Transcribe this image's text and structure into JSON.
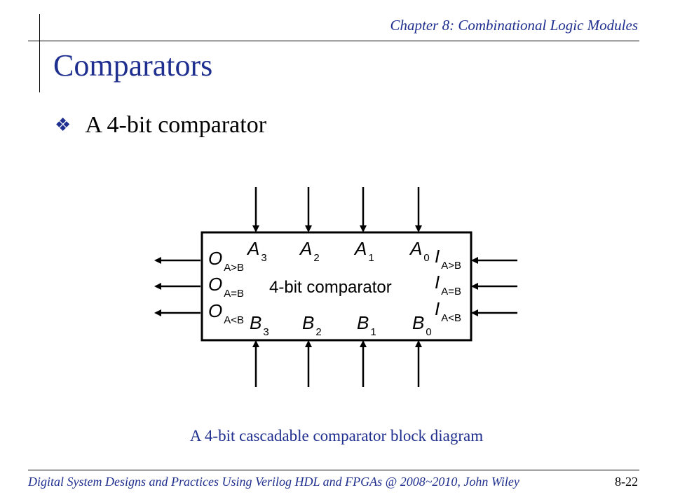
{
  "header": {
    "chapter": "Chapter 8: Combinational Logic Modules"
  },
  "slide": {
    "title": "Comparators",
    "bullet": "A 4-bit comparator",
    "bullet_icon": "diamond-bullet-icon"
  },
  "diagram": {
    "center_label": "4-bit comparator",
    "inputs_a": [
      {
        "base": "A",
        "sub": "3"
      },
      {
        "base": "A",
        "sub": "2"
      },
      {
        "base": "A",
        "sub": "1"
      },
      {
        "base": "A",
        "sub": "0"
      }
    ],
    "inputs_b": [
      {
        "base": "B",
        "sub": "3"
      },
      {
        "base": "B",
        "sub": "2"
      },
      {
        "base": "B",
        "sub": "1"
      },
      {
        "base": "B",
        "sub": "0"
      }
    ],
    "outputs": [
      {
        "base": "O",
        "sub": "A>B"
      },
      {
        "base": "O",
        "sub": "A=B"
      },
      {
        "base": "O",
        "sub": "A<B"
      }
    ],
    "cascade_inputs": [
      {
        "base": "I",
        "sub": "A>B"
      },
      {
        "base": "I",
        "sub": "A=B"
      },
      {
        "base": "I",
        "sub": "A<B"
      }
    ],
    "caption": "A 4-bit cascadable comparator block diagram"
  },
  "footer": {
    "text": "Digital System Designs and Practices Using Verilog HDL and FPGAs @ 2008~2010, John Wiley",
    "page": "8-22"
  },
  "colors": {
    "accent": "#1f2f8f",
    "ink": "#000000"
  }
}
